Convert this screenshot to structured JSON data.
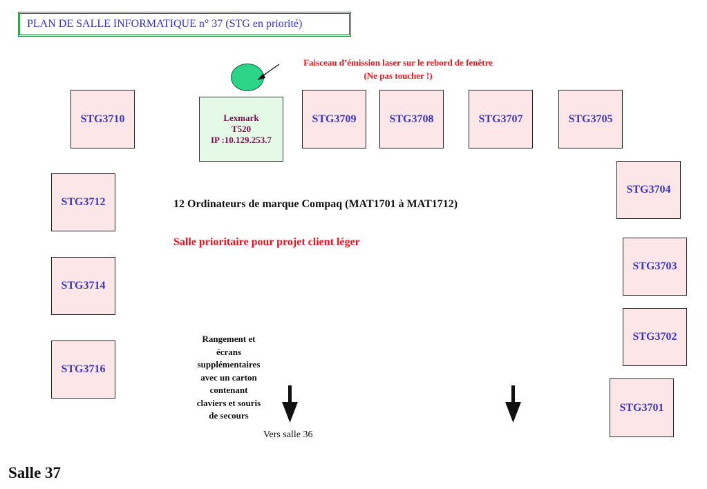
{
  "title": "PLAN DE SALLE INFORMATIQUE n° 37 (STG en priorité)",
  "laser_note": {
    "line1": "Faisceau d’émission laser sur le rebord de fenêtre",
    "line2": "(Ne pas toucher !)"
  },
  "printer": {
    "line1": "Lexmark",
    "line2": "T520",
    "line3": "IP :10.129.253.7"
  },
  "stations": {
    "s3710": "STG3710",
    "s3709": "STG3709",
    "s3708": "STG3708",
    "s3707": "STG3707",
    "s3705": "STG3705",
    "s3712": "STG3712",
    "s3714": "STG3714",
    "s3716": "STG3716",
    "s3704": "STG3704",
    "s3703": "STG3703",
    "s3702": "STG3702",
    "s3701": "STG3701"
  },
  "info": "12 Ordinateurs de marque Compaq (MAT1701 à MAT1712)",
  "priority": "Salle prioritaire pour projet client léger",
  "storage": {
    "line1": "Rangement et",
    "line2": "écrans",
    "line3": "supplémentaires",
    "line4": "avec un carton",
    "line5": "contenant",
    "line6": "claviers et souris",
    "line7": "de secours"
  },
  "exit_label": "Vers salle 36",
  "room_label": "Salle 37",
  "colors": {
    "station_fill": "#fde6e8",
    "station_text": "#3a36b8",
    "printer_fill": "#e4fae6",
    "laser_blob": "#2bd489",
    "warning_red": "#e3141e",
    "title_border": "#0b7a22"
  }
}
